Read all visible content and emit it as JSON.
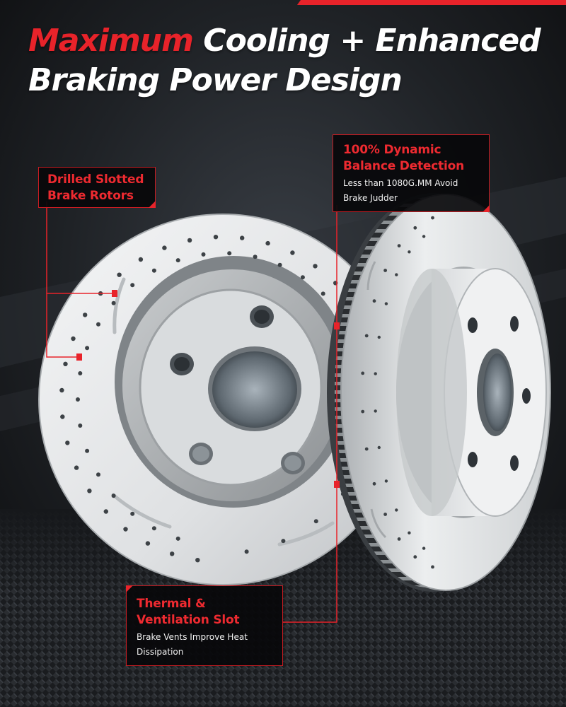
{
  "title": {
    "accent_word": "Maximum",
    "line1_rest": " Cooling + Enhanced",
    "line2": "Braking Power Design"
  },
  "callouts": {
    "drilled": {
      "heading_line1": "Drilled Slotted",
      "heading_line2": "Brake Rotors"
    },
    "balance": {
      "heading_line1": "100% Dynamic",
      "heading_line2": "Balance Detection",
      "body_line1": "Less than 1080G.MM Avoid",
      "body_line2": "Brake Judder"
    },
    "thermal": {
      "heading_line1": "Thermal &",
      "heading_line2": "Ventilation Slot",
      "body_line1": "Brake Vents Improve Heat",
      "body_line2": "Dissipation"
    }
  },
  "colors": {
    "accent_red": "#e8232a",
    "background_dark": "#16181b",
    "rotor_white": "#e6e8ea",
    "callout_bg": "#08080a"
  },
  "icons": {
    "rotor_front": "drilled-slotted-rotor-icon",
    "rotor_side": "rotor-side-view-icon"
  }
}
